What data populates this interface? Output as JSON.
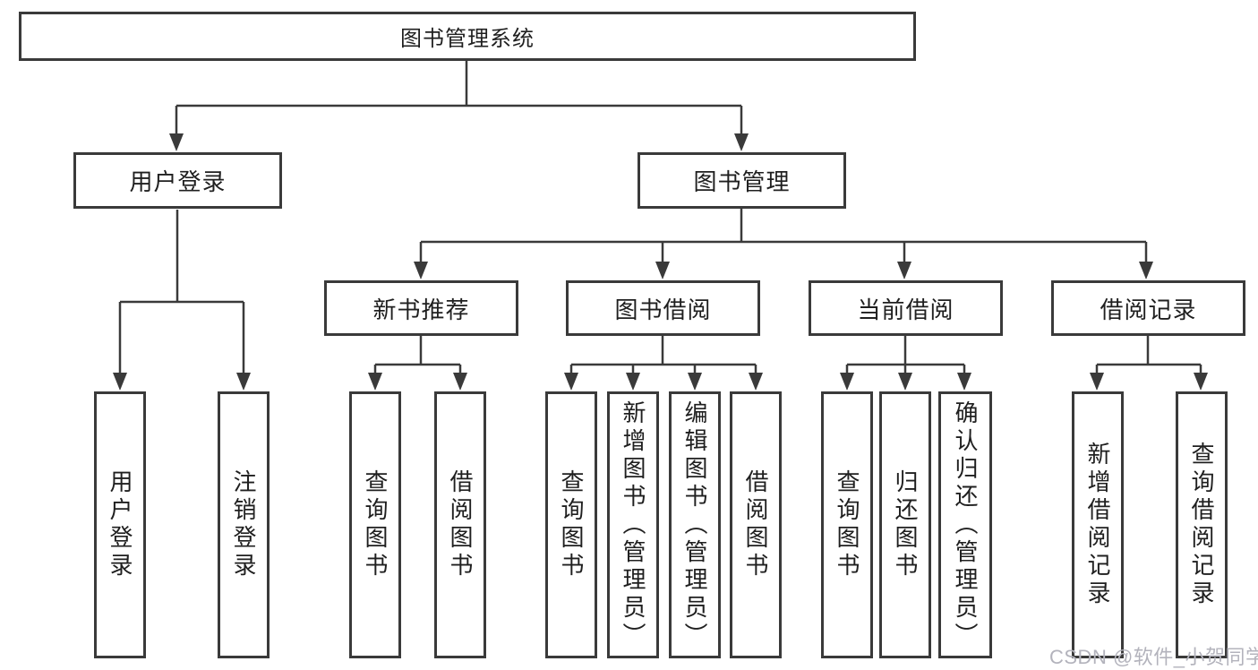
{
  "diagram": {
    "root": {
      "label": "图书管理系统"
    },
    "children": [
      {
        "label": "用户登录",
        "children": [
          {
            "label": "用户登录"
          },
          {
            "label": "注销登录"
          }
        ]
      },
      {
        "label": "图书管理",
        "children": [
          {
            "label": "新书推荐",
            "children": [
              {
                "label": "查询图书"
              },
              {
                "label": "借阅图书"
              }
            ]
          },
          {
            "label": "图书借阅",
            "children": [
              {
                "label": "查询图书"
              },
              {
                "label": "新增图书（管理员）"
              },
              {
                "label": "编辑图书（管理员）"
              },
              {
                "label": "借阅图书"
              }
            ]
          },
          {
            "label": "当前借阅",
            "children": [
              {
                "label": "查询图书"
              },
              {
                "label": "归还图书"
              },
              {
                "label": "确认归还（管理员）"
              }
            ]
          },
          {
            "label": "借阅记录",
            "children": [
              {
                "label": "新增借阅记录"
              },
              {
                "label": "查询借阅记录"
              }
            ]
          }
        ]
      }
    ]
  },
  "watermark": {
    "text": "CSDN @软件_小贺同学"
  },
  "colors": {
    "line": "#3a3a3a",
    "text": "#1f1f1f",
    "background": "#ffffff",
    "watermark": "#b3b3bc"
  }
}
